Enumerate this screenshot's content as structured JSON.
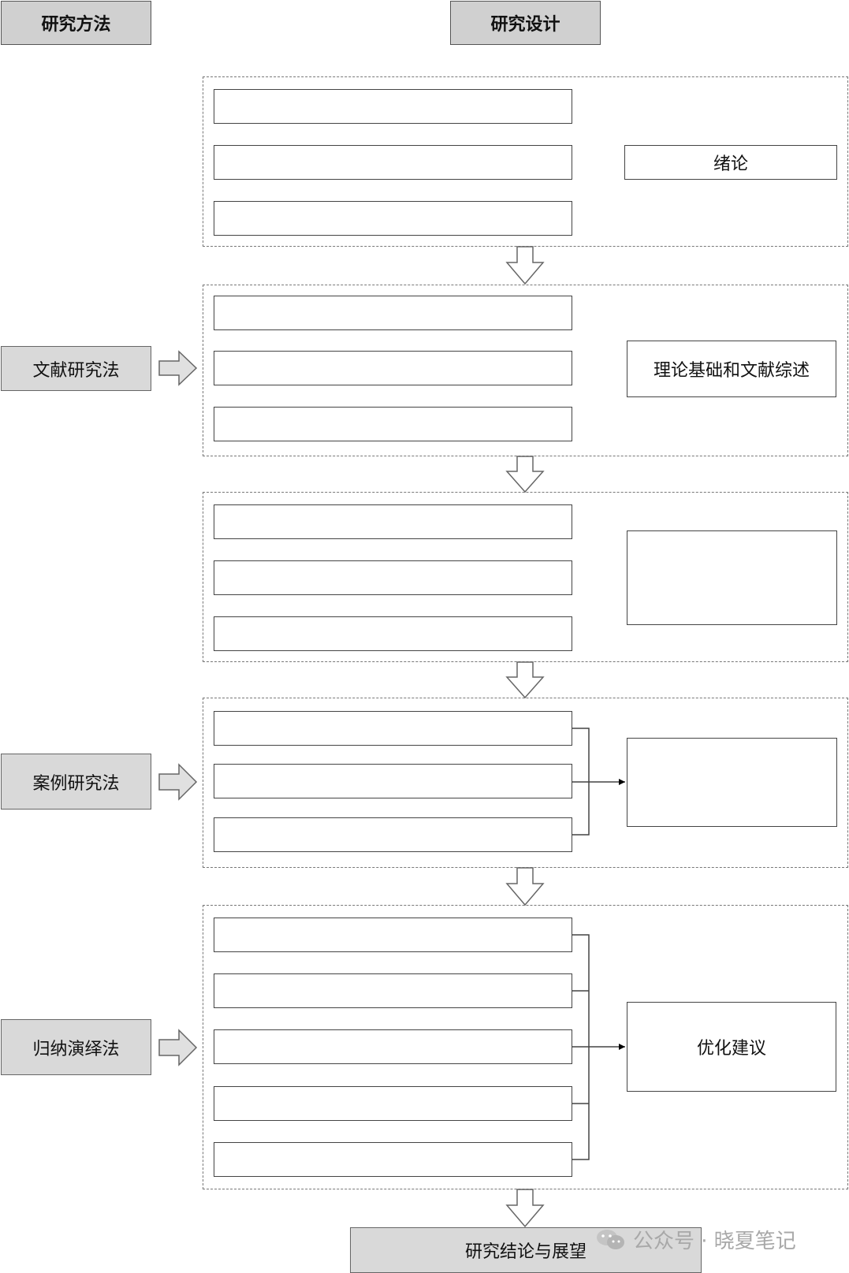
{
  "headers": {
    "methods": "研究方法",
    "design": "研究设计"
  },
  "methods": [
    "文献研究法",
    "案例研究法",
    "归纳演绎法"
  ],
  "stages": [
    {
      "label": "绪论"
    },
    {
      "label": "理论基础和文献综述"
    },
    {
      "label": ""
    },
    {
      "label": ""
    },
    {
      "label": "优化建议"
    }
  ],
  "final": "研究结论与展望",
  "watermark": {
    "text": "公众号 · 晓夏笔记",
    "icon": "wechat-icon"
  },
  "colors": {
    "header_fill": "#d0d0d0",
    "method_fill": "#d9d9d9",
    "border": "#444444",
    "watermark": "#a8a8a8"
  }
}
